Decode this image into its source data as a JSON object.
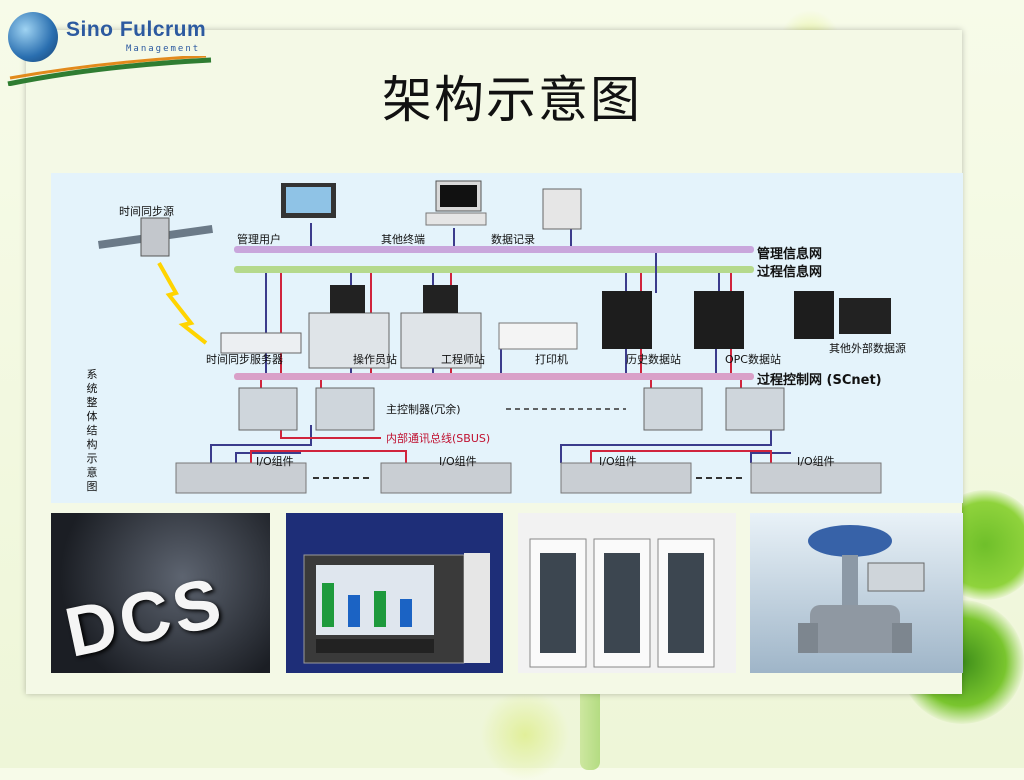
{
  "logo": {
    "name": "Sino Fulcrum",
    "sub": "Management"
  },
  "title": "架构示意图",
  "diagram": {
    "nodes": {
      "time_source": "时间同步源",
      "admin_user": "管理用户",
      "other_terminal": "其他终端",
      "data_record": "数据记录",
      "time_server": "时间同步服务器",
      "operator_station": "操作员站",
      "engineer_station": "工程师站",
      "printer": "打印机",
      "history_station": "历史数据站",
      "opc_station": "OPC数据站",
      "external_source": "其他外部数据源",
      "main_controller": "主控制器(冗余)",
      "io_1": "I/O组件",
      "io_2": "I/O组件",
      "io_3": "I/O组件",
      "io_4": "I/O组件"
    },
    "networks": {
      "mgmt_net": "管理信息网",
      "process_info_net": "过程信息网",
      "process_control_net": "过程控制网 (SCnet)",
      "sbus": "内部通讯总线(SBUS)"
    },
    "side_label": "系统整体结构示意图"
  },
  "photos": {
    "dcs_text": "DCS"
  },
  "colors": {
    "mgmt_net": "#c9a6dc",
    "process_info_net": "#b5d98c",
    "process_control_net": "#d9a0c8",
    "link_blue": "#3b3b8c",
    "link_red": "#d0243c"
  }
}
